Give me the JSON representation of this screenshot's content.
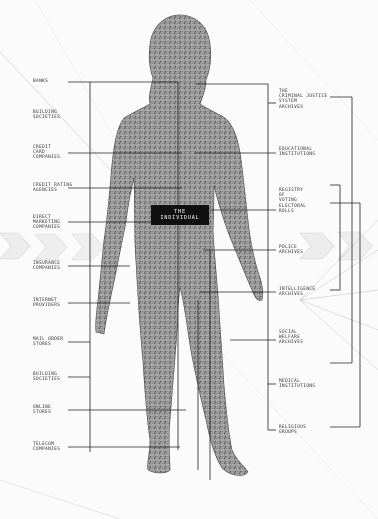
{
  "center_label": "THE\nINDIVIDUAL",
  "left_labels": [
    {
      "id": "banks",
      "text": "BANKS"
    },
    {
      "id": "building-societies-1",
      "text": "BUILDING\nSOCIETIES"
    },
    {
      "id": "credit-card-companies",
      "text": "CREDIT\nCARD\nCOMPANIES"
    },
    {
      "id": "credit-rating-agencies",
      "text": "CREDIT RATING\nAGENCIES"
    },
    {
      "id": "direct-marketing-companies",
      "text": "DIRECT\nMARKETING\nCOMPANIES"
    },
    {
      "id": "insurance-companies",
      "text": "INSURANCE\nCOMPANIES"
    },
    {
      "id": "internet-providers",
      "text": "INTERNET\nPROVIDERS"
    },
    {
      "id": "mail-order-stores",
      "text": "MAIL ORDER\nSTORES"
    },
    {
      "id": "building-societies-2",
      "text": "BUILDING\nSOCIETIES"
    },
    {
      "id": "online-stores",
      "text": "ONLINE\nSTORES"
    },
    {
      "id": "telecom-companies",
      "text": "TELECOM\nCOMPANIES"
    }
  ],
  "right_labels": [
    {
      "id": "criminal-justice-archives",
      "text": "THE\nCRIMINAL JUSTICE\nSYSTEM\nARCHIVES"
    },
    {
      "id": "educational-institutions",
      "text": "EDUCATIONAL\nINSTITUTIONS"
    },
    {
      "id": "electoral-rolls",
      "text": "REGISTRY\nOF\nVOTING\nELECTORAL\nROLLS"
    },
    {
      "id": "police-archives",
      "text": "POLICE\nARCHIVES"
    },
    {
      "id": "intelligence-archives",
      "text": "INTELLIGENCE\nARCHIVES"
    },
    {
      "id": "social-welfare-archives",
      "text": "SOCIAL\nWELFARE\nARCHIVES"
    },
    {
      "id": "medical-institutions",
      "text": "MEDICAL\nINSTITUTIONS"
    },
    {
      "id": "religious-groups",
      "text": "RELIGIOUS\nGROUPS"
    }
  ]
}
